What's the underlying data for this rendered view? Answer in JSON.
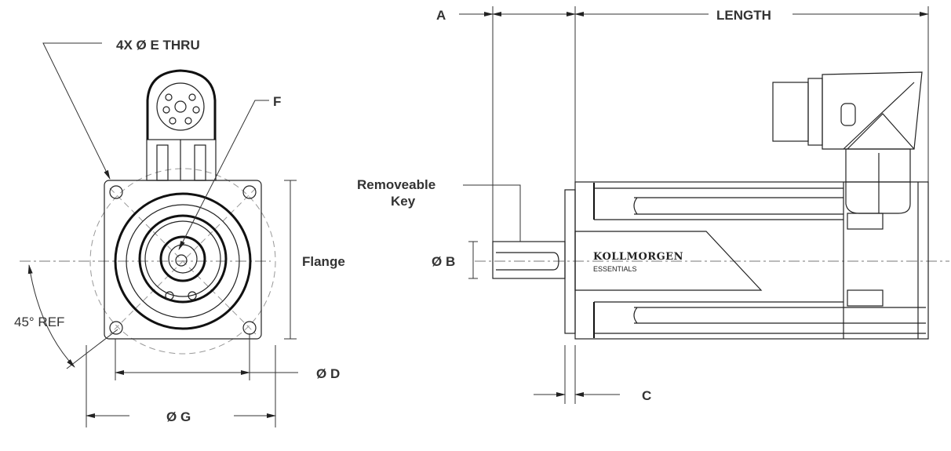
{
  "labels": {
    "holes": "4X Ø E THRU",
    "f": "F",
    "flange": "Flange",
    "angle": "45° REF",
    "d": "Ø D",
    "g": "Ø G",
    "a": "A",
    "length": "LENGTH",
    "key_line1": "Removeable",
    "key_line2": "Key",
    "b": "Ø B",
    "c": "C"
  },
  "logo": {
    "brand": "KOLLMORGEN",
    "sub": "ESSENTIALS"
  }
}
